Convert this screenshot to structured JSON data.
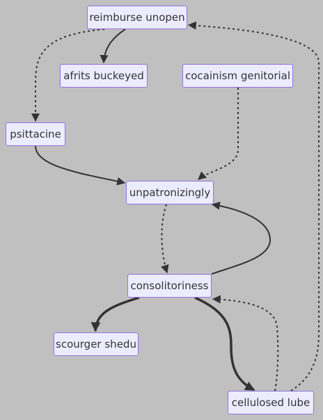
{
  "nodes": {
    "reimburse_unopen": "reimburse unopen",
    "afrits_buckeyed": "afrits buckeyed",
    "cocainism_genitorial": "cocainism genitorial",
    "psittacine": "psittacine",
    "unpatronizingly": "unpatronizingly",
    "consolitoriness": "consolitoriness",
    "scourger_shedu": "scourger shedu",
    "cellulosed_lube": "cellulosed lube"
  },
  "edges": [
    {
      "from": "reimburse_unopen",
      "to": "afrits_buckeyed",
      "style": "solid"
    },
    {
      "from": "reimburse_unopen",
      "to": "psittacine",
      "style": "dotted"
    },
    {
      "from": "cocainism_genitorial",
      "to": "unpatronizingly",
      "style": "dotted"
    },
    {
      "from": "psittacine",
      "to": "unpatronizingly",
      "style": "solid"
    },
    {
      "from": "unpatronizingly",
      "to": "consolitoriness",
      "style": "dotted"
    },
    {
      "from": "consolitoriness",
      "to": "unpatronizingly",
      "style": "solid"
    },
    {
      "from": "consolitoriness",
      "to": "scourger_shedu",
      "style": "thick"
    },
    {
      "from": "consolitoriness",
      "to": "cellulosed_lube",
      "style": "thick"
    },
    {
      "from": "cellulosed_lube",
      "to": "consolitoriness",
      "style": "dotted"
    },
    {
      "from": "cellulosed_lube",
      "to": "reimburse_unopen",
      "style": "dotted"
    }
  ],
  "colors": {
    "background": "#c0c0c0",
    "node_fill": "#ececff",
    "node_border": "#9370db",
    "edge": "#333333"
  }
}
